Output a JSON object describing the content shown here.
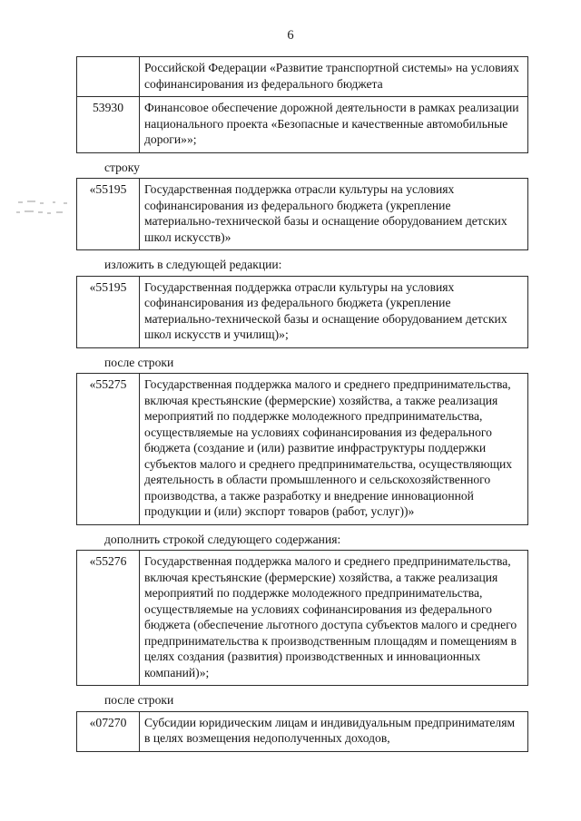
{
  "page": {
    "number": "6"
  },
  "blocks": [
    {
      "kind": "table",
      "name": "table-transport-road",
      "rows": [
        {
          "code": "",
          "text": "Российской Федерации «Развитие транспортной системы» на условиях софинансирования из федерального бюджета"
        },
        {
          "code": "53930",
          "text": "Финансовое обеспечение дорожной деятельности в рамках реализации национального проекта «Безопасные и качественные автомобильные дороги»»;"
        }
      ]
    },
    {
      "kind": "connector",
      "name": "connector-stroku",
      "text": "строку"
    },
    {
      "kind": "table",
      "name": "table-55195-old",
      "rows": [
        {
          "code": "«55195",
          "text": "Государственная поддержка отрасли культуры на условиях софинансирования из федерального бюджета (укрепление материально-технической базы и оснащение оборудованием детских школ искусств)»"
        }
      ]
    },
    {
      "kind": "connector",
      "name": "connector-izlozhit",
      "text": "изложить в следующей редакции:"
    },
    {
      "kind": "table",
      "name": "table-55195-new",
      "rows": [
        {
          "code": "«55195",
          "text": "Государственная поддержка отрасли культуры на условиях софинансирования из федерального бюджета (укрепление материально-технической базы и оснащение оборудованием детских школ искусств и училищ)»;"
        }
      ]
    },
    {
      "kind": "connector",
      "name": "connector-posle-stroki-1",
      "text": "после строки"
    },
    {
      "kind": "table",
      "name": "table-55275",
      "rows": [
        {
          "code": "«55275",
          "text": "Государственная поддержка малого и среднего предпринимательства, включая крестьянские (фермерские) хозяйства, а также реализация мероприятий по поддержке молодежного предпринимательства, осуществляемые на условиях софинансирования из федерального бюджета (создание и (или) развитие инфраструктуры поддержки субъектов малого и среднего предпринимательства, осуществляющих деятельность в области промышленного и сельскохозяйственного производства, а также разработку и внедрение инновационной продукции и (или) экспорт товаров (работ, услуг))»"
        }
      ]
    },
    {
      "kind": "connector",
      "name": "connector-dopolnit",
      "text": "дополнить строкой следующего содержания:"
    },
    {
      "kind": "table",
      "name": "table-55276",
      "rows": [
        {
          "code": "«55276",
          "text": "Государственная поддержка малого и среднего предпринимательства, включая крестьянские (фермерские) хозяйства, а также реализация мероприятий по поддержке молодежного предпринимательства, осуществляемые на условиях софинансирования из федерального бюджета (обеспечение льготного доступа субъектов малого и среднего предпринимательства к производственным площадям и помещениям в целях создания (развития) производственных и инновационных компаний)»;"
        }
      ]
    },
    {
      "kind": "connector",
      "name": "connector-posle-stroki-2",
      "text": "после строки"
    },
    {
      "kind": "table",
      "name": "table-07270",
      "rows": [
        {
          "code": "«07270",
          "text": "Субсидии юридическим лицам и индивидуальным предпринимателям в целях возмещения недополученных доходов,"
        }
      ]
    }
  ]
}
